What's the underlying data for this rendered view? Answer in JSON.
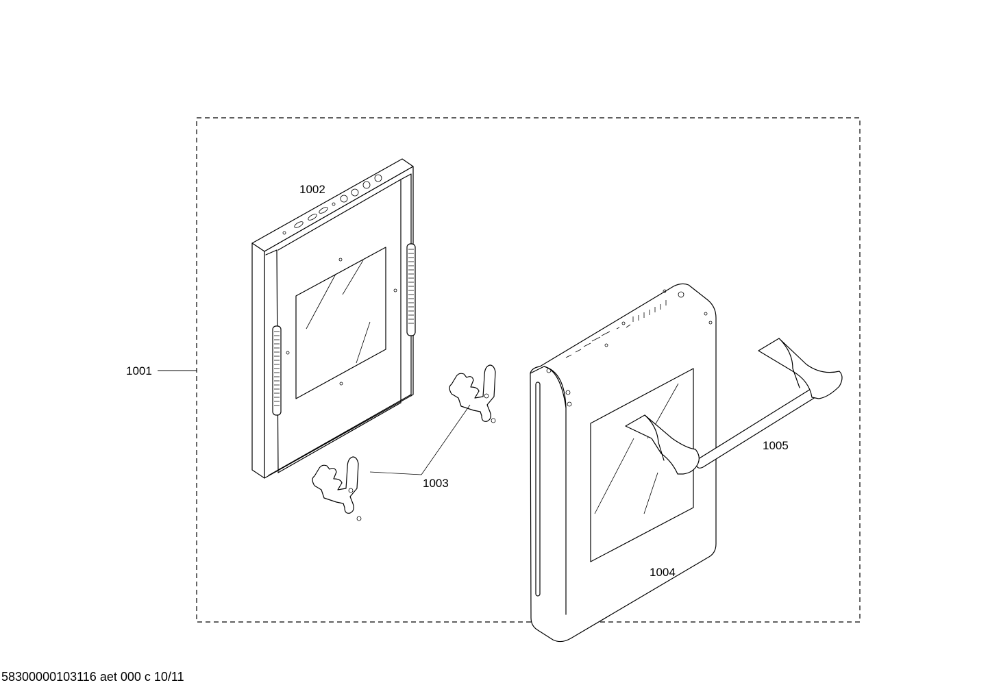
{
  "labels": {
    "assembly": "1001",
    "inner_door": "1002",
    "hinges": "1003",
    "outer_door": "1004",
    "handle": "1005"
  },
  "footer": "58300000103116 aet 000 c 10/11"
}
